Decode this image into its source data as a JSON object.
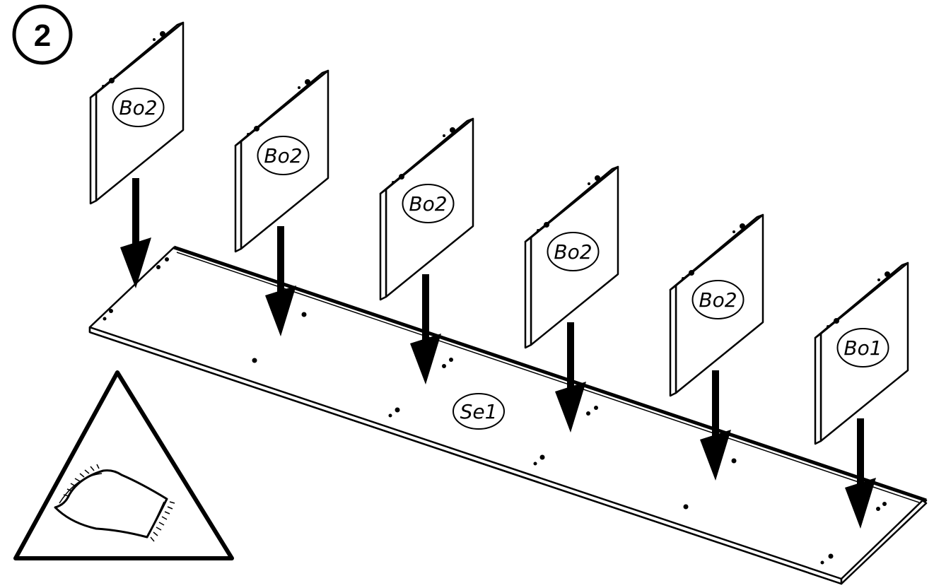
{
  "step": {
    "number": "2"
  },
  "base_panel": {
    "label": "Se1"
  },
  "uprights": [
    {
      "label": "Bo2"
    },
    {
      "label": "Bo2"
    },
    {
      "label": "Bo2"
    },
    {
      "label": "Bo2"
    },
    {
      "label": "Bo2"
    },
    {
      "label": "Bo1"
    }
  ],
  "warning": {
    "icon": "soft-cloth-surface-icon"
  },
  "colors": {
    "ink": "#000000",
    "paper": "#ffffff"
  }
}
